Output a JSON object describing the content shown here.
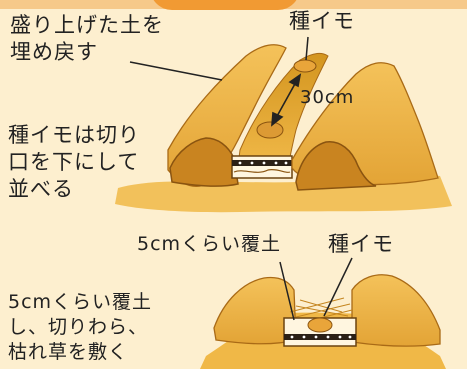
{
  "top": {
    "mound_label": [
      "盛り上げた土を",
      "埋め戻す"
    ],
    "seed_label": "種イモ",
    "distance_label": "30cm",
    "placement_label": [
      "種イモは切り",
      "口を下にして",
      "並べる"
    ]
  },
  "bottom": {
    "cover_label": "5cmくらい覆土",
    "seed_label": "種イモ",
    "straw_label": [
      "5cmくらい覆土",
      "し、切りわら、",
      "枯れ草を敷く"
    ]
  },
  "colors": {
    "background": "#fdefcf",
    "soil_light": "#f1b94a",
    "soil_mid": "#e0a233",
    "soil_dark": "#b8761b",
    "seed_potato": "#d99a36",
    "accent_band": "#f19a33"
  }
}
